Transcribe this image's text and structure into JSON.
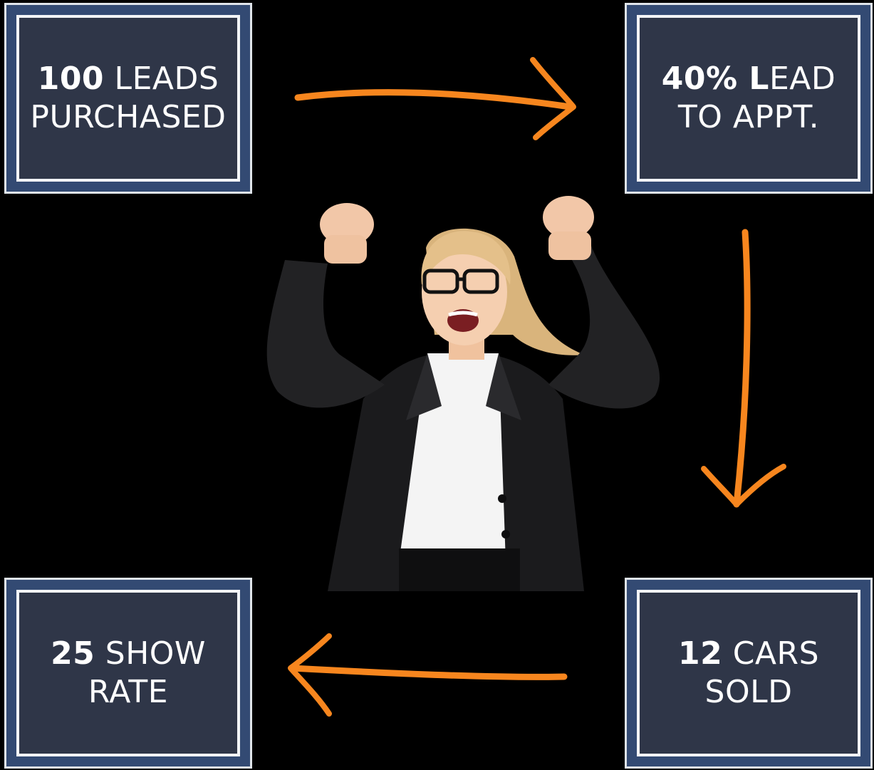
{
  "colors": {
    "background": "#000000",
    "box_outer": "#334a73",
    "box_inner": "#2f3648",
    "box_border": "#f2f4f7",
    "arrow": "#f7861e",
    "text": "#ffffff"
  },
  "steps": {
    "top_left": {
      "bold": "100",
      "rest_line1": " LEADS",
      "line2": "PURCHASED"
    },
    "top_right": {
      "bold": "40% L",
      "rest_line1": "EAD",
      "line2": "TO APPT."
    },
    "bottom_right": {
      "bold": "12",
      "rest_line1": " CARS",
      "line2": "SOLD"
    },
    "bottom_left": {
      "bold": "25",
      "rest_line1": " SHOW",
      "line2": "RATE"
    }
  },
  "arrows": [
    {
      "from": "top_left",
      "to": "top_right",
      "direction": "right"
    },
    {
      "from": "top_right",
      "to": "bottom_right",
      "direction": "down"
    },
    {
      "from": "bottom_right",
      "to": "bottom_left",
      "direction": "left"
    }
  ],
  "center_image": {
    "subject": "celebrating-businesswoman"
  }
}
